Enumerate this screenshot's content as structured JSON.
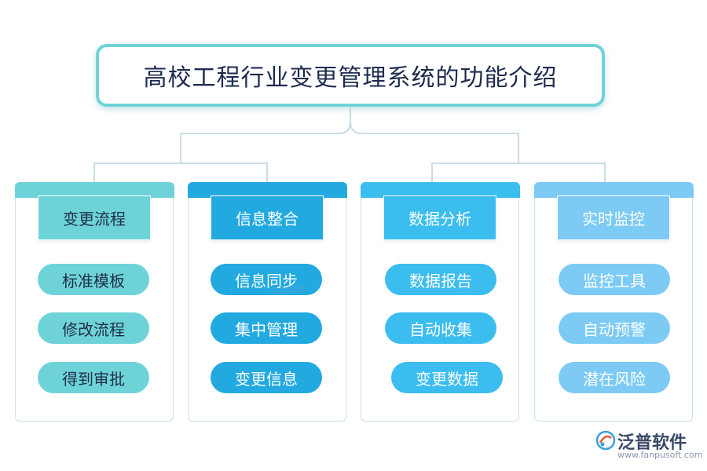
{
  "title": "高校工程行业变更管理系统的功能介绍",
  "columns": [
    {
      "header": "变更流程",
      "items": [
        "标准模板",
        "修改流程",
        "得到审批"
      ]
    },
    {
      "header": "信息整合",
      "items": [
        "信息同步",
        "集中管理",
        "变更信息"
      ]
    },
    {
      "header": "数据分析",
      "items": [
        "数据报告",
        "自动收集",
        "变更数据"
      ]
    },
    {
      "header": "实时监控",
      "items": [
        "监控工具",
        "自动预警",
        "潜在风险"
      ]
    }
  ],
  "watermark": "泛普软件",
  "logo": {
    "name": "泛普软件",
    "url": "www.fanpusoft.com"
  },
  "colors": {
    "column_1": "#6dd3d9",
    "column_2": "#22a9e0",
    "column_3": "#3bbdf0",
    "column_4": "#7dcbf5",
    "title_border": "#6fd3d8",
    "connector": "#c9dde6"
  }
}
